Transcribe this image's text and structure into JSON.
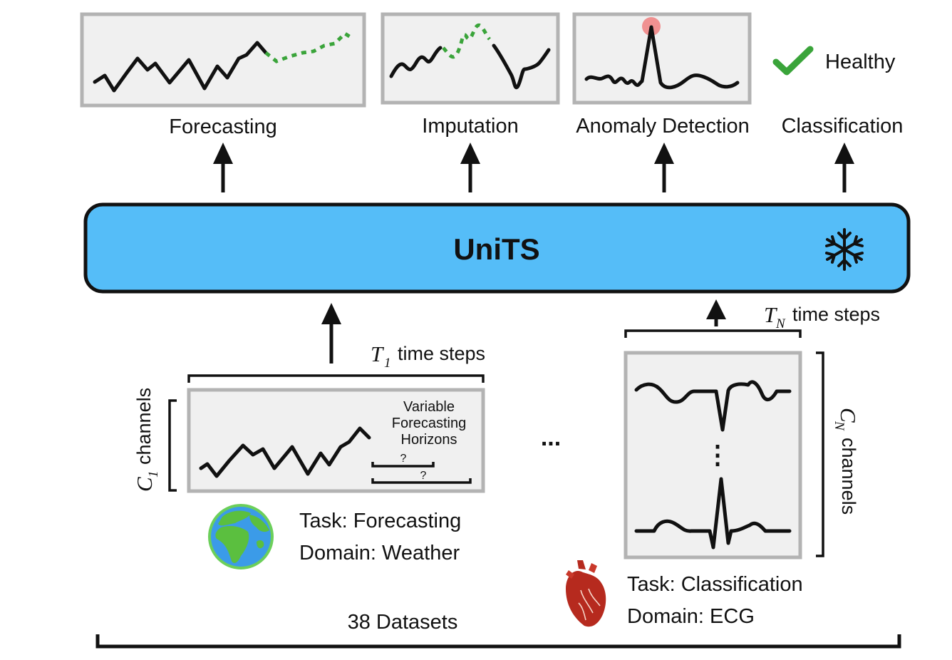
{
  "tasks": [
    {
      "label": "Forecasting"
    },
    {
      "label": "Imputation"
    },
    {
      "label": "Anomaly Detection"
    },
    {
      "label": "Classification"
    }
  ],
  "classification_result": "Healthy",
  "model": {
    "name": "UniTS",
    "fill_color": "#55bdf8",
    "frozen_icon": "snowflake-icon"
  },
  "dataset1": {
    "time_label_var": "T",
    "time_label_sub": "1",
    "time_label_text": "time steps",
    "channel_label_var": "C",
    "channel_label_sub": "1",
    "channel_label_text": "channels",
    "horizon_label": [
      "Variable",
      "Forecasting",
      "Horizons"
    ],
    "horizon_marks": [
      "?",
      "?"
    ],
    "task": "Task: Forecasting",
    "domain": "Domain: Weather",
    "icon": "globe-icon"
  },
  "ellipsis": "...",
  "datasetN": {
    "time_label_var": "T",
    "time_label_sub": "N",
    "time_label_text": "time steps",
    "channel_label_var": "C",
    "channel_label_sub": "N",
    "channel_label_text": "channels",
    "channel_ellipsis": "⋮",
    "task": "Task: Classification",
    "domain": "Domain: ECG",
    "icon": "heart-icon"
  },
  "total": "38 Datasets",
  "colors": {
    "accent_green": "#3aa43a",
    "anomaly_marker": "#f08080",
    "panel_border": "#b3b3b3"
  }
}
